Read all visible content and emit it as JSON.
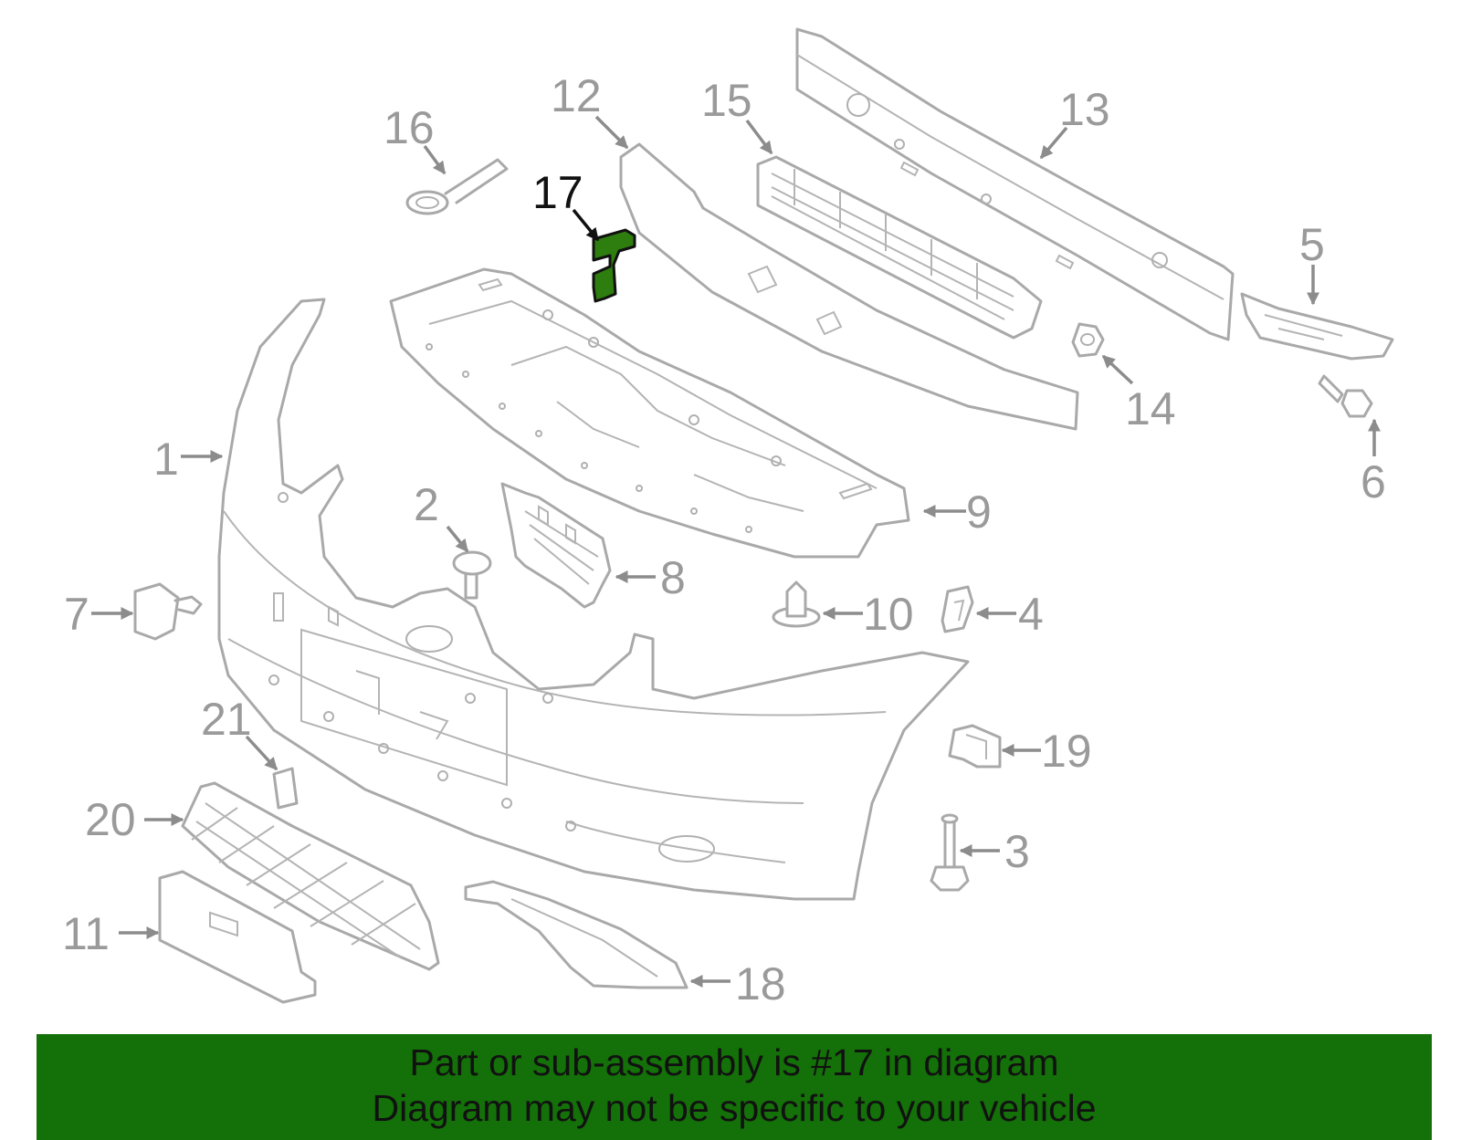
{
  "diagram": {
    "highlighted_part": "17",
    "highlight_color": "#2e7d0f",
    "callouts": [
      "1",
      "2",
      "3",
      "4",
      "5",
      "6",
      "7",
      "8",
      "9",
      "10",
      "11",
      "12",
      "13",
      "14",
      "15",
      "16",
      "17",
      "18",
      "19",
      "20",
      "21"
    ]
  },
  "footer": {
    "background_color": "#147008",
    "line1": "Part or sub-assembly is #17 in diagram",
    "line2": "Diagram may not be specific to your vehicle"
  }
}
